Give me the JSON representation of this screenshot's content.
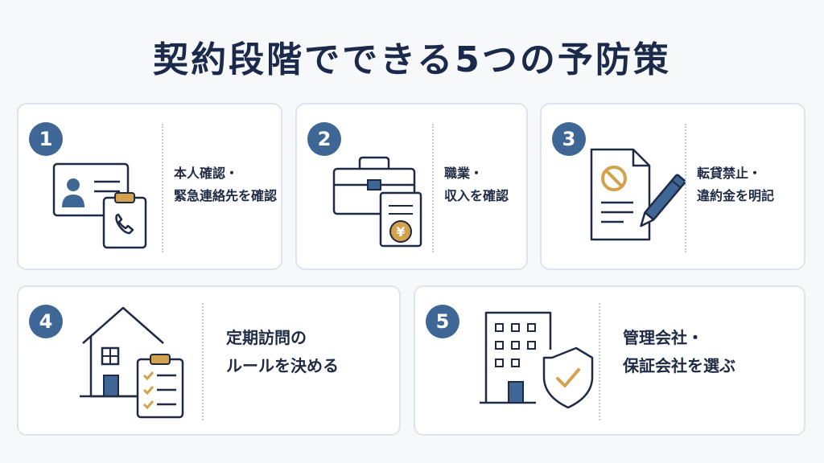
{
  "title": "契約段階でできる5つの予防策",
  "colors": {
    "navy": "#1b2a4a",
    "badge": "#3f6796",
    "accent": "#d4a24c"
  },
  "cards": [
    {
      "number": "1",
      "lines": [
        "本人確認・",
        "緊急連絡先を確認"
      ],
      "icon": "id-card-and-phone-clipboard-icon"
    },
    {
      "number": "2",
      "lines": [
        "職業・",
        "収入を確認"
      ],
      "icon": "briefcase-and-yen-document-icon"
    },
    {
      "number": "3",
      "lines": [
        "転貸禁止・",
        "違約金を明記"
      ],
      "icon": "prohibited-document-and-pen-icon"
    },
    {
      "number": "4",
      "lines": [
        "定期訪問の",
        "ルールを決める"
      ],
      "icon": "house-and-checklist-icon"
    },
    {
      "number": "5",
      "lines": [
        "管理会社・",
        "保証会社を選ぶ"
      ],
      "icon": "building-and-shield-icon"
    }
  ]
}
